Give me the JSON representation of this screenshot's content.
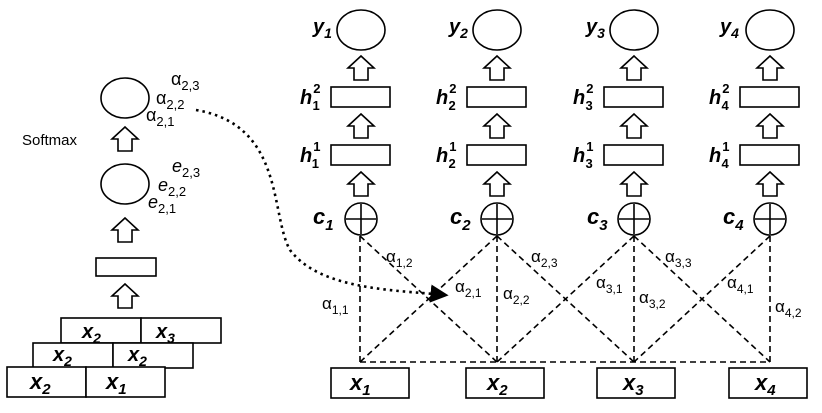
{
  "left": {
    "softmax_label": "Softmax",
    "alpha_labels": [
      "α",
      "α",
      "α"
    ],
    "alpha_subs": [
      "2,3",
      "2,2",
      "2,1"
    ],
    "e_labels": [
      "e",
      "e",
      "e"
    ],
    "e_subs": [
      "2,3",
      "2,2",
      "2,1"
    ],
    "stack_rows": [
      [
        "x",
        "x"
      ],
      [
        "x",
        "x"
      ],
      [
        "x",
        "x"
      ]
    ],
    "stack_subs": [
      [
        "2",
        "3"
      ],
      [
        "2",
        "2"
      ],
      [
        "2",
        "1"
      ]
    ]
  },
  "columns": [
    {
      "y": "y",
      "y_sub": "1",
      "h2": "h",
      "h2_sub": "1",
      "h2_sup": "2",
      "h1": "h",
      "h1_sub": "1",
      "h1_sup": "1",
      "c": "c",
      "c_sub": "1",
      "x": "x",
      "x_sub": "1"
    },
    {
      "y": "y",
      "y_sub": "2",
      "h2": "h",
      "h2_sub": "2",
      "h2_sup": "2",
      "h1": "h",
      "h1_sub": "2",
      "h1_sup": "1",
      "c": "c",
      "c_sub": "2",
      "x": "x",
      "x_sub": "2"
    },
    {
      "y": "y",
      "y_sub": "3",
      "h2": "h",
      "h2_sub": "3",
      "h2_sup": "2",
      "h1": "h",
      "h1_sub": "3",
      "h1_sup": "1",
      "c": "c",
      "c_sub": "3",
      "x": "x",
      "x_sub": "3"
    },
    {
      "y": "y",
      "y_sub": "4",
      "h2": "h",
      "h2_sub": "4",
      "h2_sup": "2",
      "h1": "h",
      "h1_sub": "4",
      "h1_sup": "1",
      "c": "c",
      "c_sub": "4",
      "x": "x",
      "x_sub": "4"
    }
  ],
  "edge_labels": [
    {
      "sym": "α",
      "sub": "1,1"
    },
    {
      "sym": "α",
      "sub": "1,2"
    },
    {
      "sym": "α",
      "sub": "2,1"
    },
    {
      "sym": "α",
      "sub": "2,2"
    },
    {
      "sym": "α",
      "sub": "2,3"
    },
    {
      "sym": "α",
      "sub": "3,1"
    },
    {
      "sym": "α",
      "sub": "3,2"
    },
    {
      "sym": "α",
      "sub": "3,3"
    },
    {
      "sym": "α",
      "sub": "4,1"
    },
    {
      "sym": "α",
      "sub": "4,2"
    }
  ]
}
